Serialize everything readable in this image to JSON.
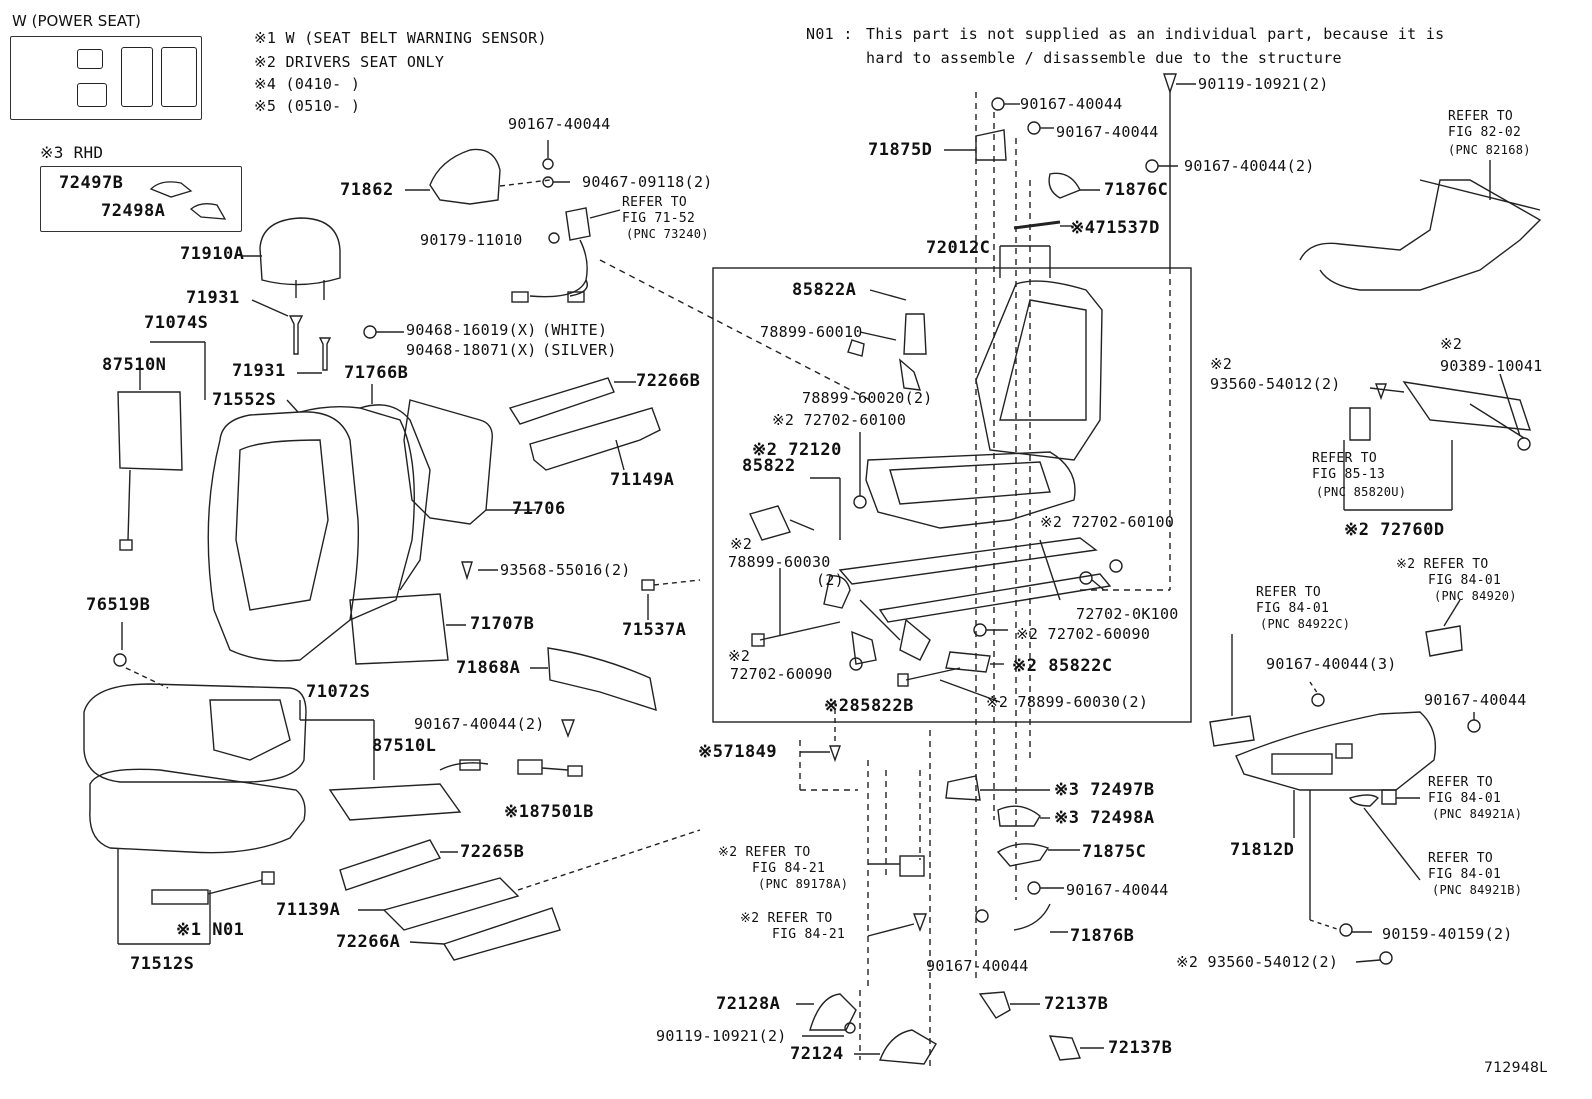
{
  "legend": {
    "power_seat_title": "W (POWER SEAT)",
    "rhd_title": "※3 RHD",
    "rhd_part_b": "72497B",
    "rhd_part_a": "72498A"
  },
  "notes": {
    "n1": "※1  W (SEAT BELT WARNING SENSOR)",
    "n2": "※2  DRIVERS  SEAT  ONLY",
    "n4": "※4  (0410-      )",
    "n5": "※5  (0510-      )",
    "n01_tag": "N01 :",
    "n01_line1": "This part is not supplied as an individual part, because it is",
    "n01_line2": "hard to assemble / disassemble due to the structure"
  },
  "parts": {
    "p71910A": "71910A",
    "p71931a": "71931",
    "p71931b": "71931",
    "p71074S": "71074S",
    "p87510N": "87510N",
    "p71552S": "71552S",
    "p71766B": "71766B",
    "p71706": "71706",
    "p71707B": "71707B",
    "p76519B": "76519B",
    "p71072S": "71072S",
    "p87510L": "87510L",
    "p187501B": "※187501B",
    "p71512S": "71512S",
    "pN01": "※1 N01",
    "p71862": "71862",
    "p90167_40044_a": "90167-40044",
    "p90467_09118": "90467-09118(2)",
    "p90179_11010": "90179-11010",
    "p90468_16019": "90468-16019(X)",
    "p90468_18071": "90468-18071(X)",
    "white": "(WHITE)",
    "silver": "(SILVER)",
    "p72266B": "72266B",
    "p71149A": "71149A",
    "p93568_55016": "93568-55016(2)",
    "p71537A": "71537A",
    "p71868A": "71868A",
    "p90167_40044_2": "90167-40044(2)",
    "p72265B": "72265B",
    "p71139A": "71139A",
    "p72266A": "72266A",
    "p71849": "※571849",
    "p90167_40044_top1": "90167-40044",
    "p90119_10921": "90119-10921(2)",
    "p90167_40044_top2": "90167-40044",
    "p71875D": "71875D",
    "p90167_40044_top3": "90167-40044(2)",
    "p71876C": "71876C",
    "p71537D": "※471537D",
    "p72012C": "72012C",
    "p85822A": "85822A",
    "p78899_60010": "78899-60010",
    "p78899_60020": "78899-60020(2)",
    "p72702_60100a": "※2 72702-60100",
    "p72120": "※2 72120",
    "p85822": "85822",
    "p2": "※2",
    "p78899_60030": "78899-60030",
    "p2count": "(2)",
    "p72702_60100b": "※2 72702-60100",
    "p72702_0K100": "72702-0K100",
    "p72702_60090a": "※2 72702-60090",
    "p2b": "※2",
    "p72702_60090b": "72702-60090",
    "p85822C": "※2 85822C",
    "p85822B": "※285822B",
    "p78899_60030_2": "※2 78899-60030(2)",
    "p72497B": "※3  72497B",
    "p72498A": "※3  72498A",
    "p71875C": "71875C",
    "p90167_40044_m": "90167-40044",
    "p71876B": "71876B",
    "p90167_40044_b": "90167-40044",
    "p72137B_a": "72137B",
    "p72137B_b": "72137B",
    "p72128A": "72128A",
    "p90119_10921_b": "90119-10921(2)",
    "p72124": "72124",
    "refer_89178A_1": "※2 REFER TO",
    "refer_89178A_2": "FIG 84-21",
    "refer_89178A_3": "(PNC 89178A)",
    "refer_8421_1": "※2 REFER TO",
    "refer_8421_2": "FIG 84-21",
    "refer_7152_1": "REFER TO",
    "refer_7152_2": "FIG 71-52",
    "refer_7152_3": "(PNC 73240)",
    "refer_8202_1": "REFER TO",
    "refer_8202_2": "FIG 82-02",
    "refer_8202_3": "(PNC 82168)",
    "r2a": "※2",
    "r2b": "※2",
    "p93560_54012": "93560-54012(2)",
    "p90389_10041": "90389-10041",
    "refer_8513_1": "REFER TO",
    "refer_8513_2": "FIG 85-13",
    "refer_8513_3": "(PNC 85820U)",
    "p72760D": "※2 72760D",
    "refer_84920_1": "※2 REFER TO",
    "refer_84920_2": "FIG 84-01",
    "refer_84920_3": "(PNC 84920)",
    "refer_84922C_1": "REFER TO",
    "refer_84922C_2": "FIG 84-01",
    "refer_84922C_3": "(PNC 84922C)",
    "p90167_40044_3": "90167-40044(3)",
    "p90167_40044_r": "90167-40044",
    "refer_84921A_1": "REFER TO",
    "refer_84921A_2": "FIG 84-01",
    "refer_84921A_3": "(PNC 84921A)",
    "p71812D": "71812D",
    "refer_84921B_1": "REFER TO",
    "refer_84921B_2": "FIG 84-01",
    "refer_84921B_3": "(PNC 84921B)",
    "p90159_40159": "90159-40159(2)",
    "p93560_54012_b": "※2 93560-54012(2)",
    "figure_id": "712948L"
  }
}
